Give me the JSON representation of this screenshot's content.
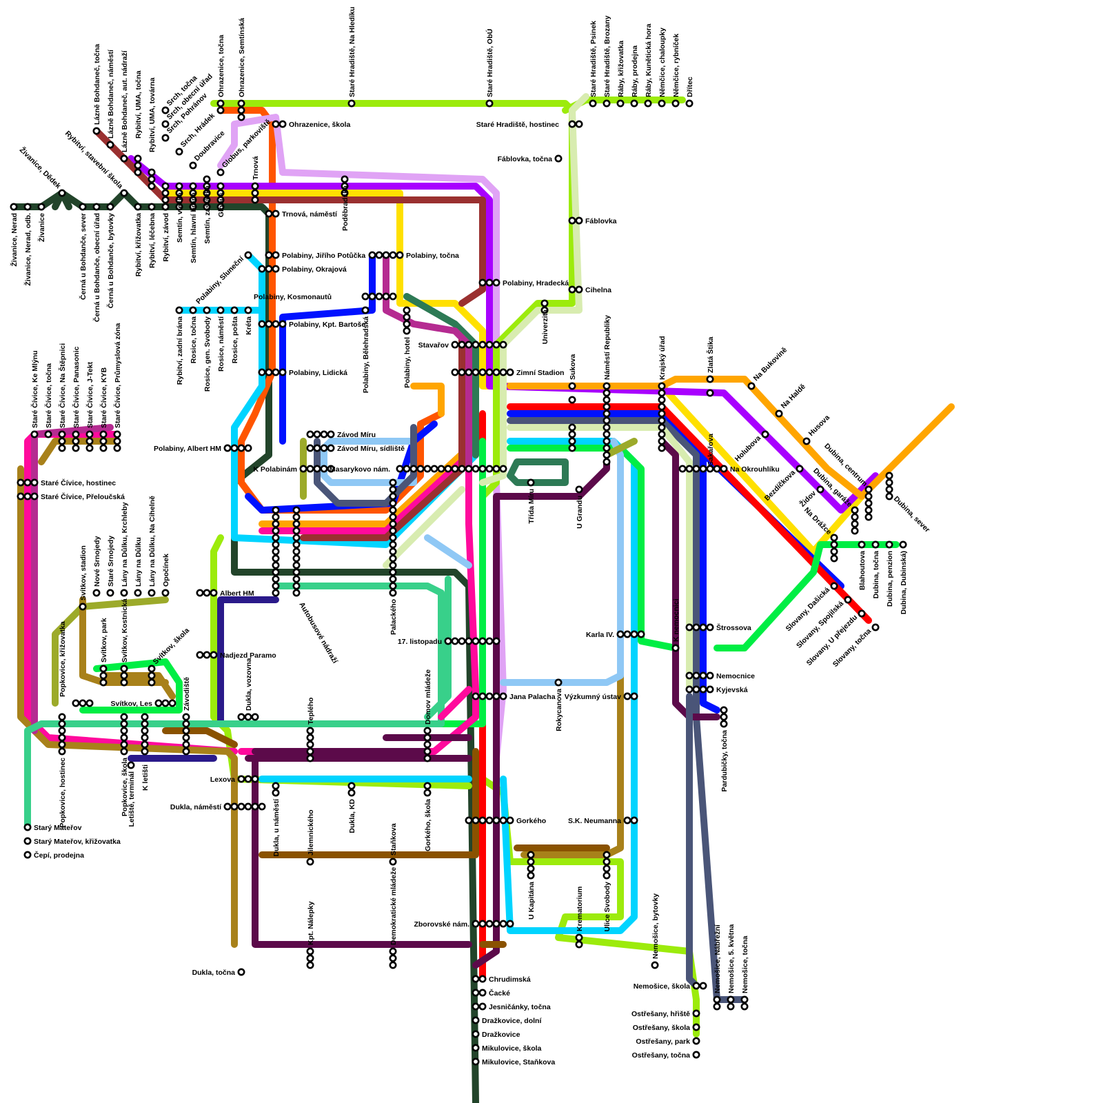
{
  "lines": [
    {
      "color": "#22442a"
    },
    {
      "color": "#ff5500"
    },
    {
      "color": "#ffe000"
    },
    {
      "color": "#a800ff"
    },
    {
      "color": "#e0a3f5"
    },
    {
      "color": "#9ceb0c"
    },
    {
      "color": "#0011ff"
    },
    {
      "color": "#ff0000"
    },
    {
      "color": "#ffa500"
    },
    {
      "color": "#00d4ff"
    },
    {
      "color": "#00ee44"
    },
    {
      "color": "#ff0a9c"
    },
    {
      "color": "#a8811a"
    },
    {
      "color": "#5c0a4a"
    },
    {
      "color": "#9a3030"
    },
    {
      "color": "#2d7a55"
    },
    {
      "color": "#b52b91"
    },
    {
      "color": "#8a5200"
    },
    {
      "color": "#2a1a8a"
    },
    {
      "color": "#8fc8f5"
    },
    {
      "color": "#4a5578"
    },
    {
      "color": "#38d08a"
    },
    {
      "color": "#9caa2a"
    },
    {
      "color": "#d8ecb0"
    }
  ],
  "stations": {
    "zivanice_nerad": "Živanice, Nerad",
    "zivanice_nerad_odb": "Živanice, Nerad, odb.",
    "zivanice": "Živanice",
    "zivanice_dedek": "Živanice, Dědek",
    "cerna_sever": "Černá u Bohdanče, sever",
    "cerna_obecni": "Černá u Bohdanče, obecní úřad",
    "cerna_bytovky": "Černá u Bohdanče, bytovky",
    "rybitvi_stavebni": "Rybitví, stavební škola",
    "rybitvi_krizovatka": "Rybitví, křižovatka",
    "rybitvi_lecebna": "Rybitví, léčebna",
    "rybitvi_zavod": "Rybitví, závod",
    "rybitvi_uma_tocna": "Rybitví, UMA, točna",
    "rybitvi_uma_tovarna": "Rybitví, UMA, továrna",
    "lazne_tocna": "Lázně Bohdaneč, točna",
    "lazne_namesti": "Lázně Bohdaneč, náměstí",
    "lazne_aut": "Lázně Bohdaneč, aut. nádraží",
    "semtin_vlecka": "Semtín, vlečka",
    "semtin_hlavni": "Semtín, hlavní brána",
    "semtin_zastavka": "Semtín, zastávka",
    "globus": "Globus",
    "globus_parkoviste": "Globus, parkoviště",
    "srch_tocna": "Srch, točna",
    "srch_obecni": "Srch, obecní úřad",
    "srch_pohranov": "Srch, Pohránov",
    "srch_hradek": "Srch, Hrádek",
    "doubravice": "Doubravice",
    "ohrazenice_tocna": "Ohrazenice, točna",
    "ohrazenice_semtinska": "Ohrazenice, Semtínská",
    "ohrazenice_skola": "Ohrazenice, škola",
    "trnova": "Trnová",
    "trnova_namesti": "Trnová, náměstí",
    "podebradska": "Poděbradská",
    "stare_hradiste_hledik": "Staré Hradiště, Na Hledíku",
    "stare_hradiste_obu": "Staré Hradiště, ObÚ",
    "stare_hradiste_hostinec": "Staré Hradiště, hostinec",
    "stare_hradiste_psinek": "Staré Hradiště, Psinek",
    "stare_hradiste_brozany": "Staré Hradiště, Brozany",
    "raby_krizovatka": "Ráby, křižovatka",
    "raby_prodejna": "Ráby, prodejna",
    "raby_kuneticka": "Ráby, Kunětická hora",
    "nemcice_chaloupky": "Němčice, chaloupky",
    "nemcice_rybnicek": "Němčice, rybníček",
    "dritec": "Dřítec",
    "fablovka_tocna": "Fáblovka, točna",
    "fablovka": "Fáblovka",
    "cihelna": "Cihelna",
    "univerzita": "Univerzita",
    "polabiny_potucka": "Polabiny, Jiřího Potůčka",
    "polabiny_okrajova": "Polabiny, Okrajová",
    "polabiny_slunecni": "Polabiny, Sluneční",
    "polabiny_bartose": "Polabiny, Kpt. Bartoše",
    "polabiny_lidicka": "Polabiny, Lidická",
    "polabiny_tocna": "Polabiny, točna",
    "polabiny_kosmonautu": "Polabiny, Kosmonautů",
    "polabiny_belehradska": "Polabiny, Bělehradská",
    "polabiny_hotel": "Polabiny, hotel",
    "polabiny_hradecka": "Polabiny, Hradecká",
    "polabiny_albert": "Polabiny, Albert HM",
    "rybitvi_zadni": "Rybitví, zadní brána",
    "rosice_tocna": "Rosice, točna",
    "rosice_svobody": "Rosice, gen. Svobody",
    "rosice_namesti": "Rosice, náměstí",
    "rosice_posta": "Rosice, pošta",
    "kreta": "Kréta",
    "stavarov": "Stavařov",
    "zimni_stadion": "Zimní Stadion",
    "zavod_miru": "Závod Míru",
    "zavod_miru_sidliste": "Závod Míru, sídliště",
    "k_polabinam": "K Polabinám",
    "masarykovo": "Masarykovo nám.",
    "sukova": "Sukova",
    "namesti_republiky": "Náměstí Republiky",
    "krajsky_urad": "Krajský úřad",
    "zlata_stika": "Zlatá Štika",
    "sakarova": "Sakařova",
    "na_bukovine": "Na Bukovině",
    "na_halde": "Na Haldě",
    "husova": "Husova",
    "holubova": "Holubova",
    "bezdickova": "Bezdíčkova",
    "zidov": "Židov",
    "na_okrouhliku": "Na Okrouhlíku",
    "trida_miru": "Třída Míru",
    "u_grandu": "U Grandu",
    "dubina_centrum": "Dubina, centrum",
    "dubina_garaze": "Dubina, garáže",
    "dubina_sever": "Dubina, sever",
    "na_drazce": "Na Drážce",
    "blahoutova": "Blahoutova",
    "dubina_tocna": "Dubina, točna",
    "dubina_penzion": "Dubina, penzion",
    "dubina_dubinska": "Dubina, Dubinská)",
    "slovany_dasicka": "Slovany, Dašická",
    "slovany_spojilska": "Slovany, Spojilská",
    "slovany_prejezdu": "Slovany, U přejezdu",
    "slovany_tocna": "Slovany, točna",
    "stare_civice_mlynu": "Staré Čívice, Ke Mlýnu",
    "stare_civice_tocna": "Staré Čívice, točna",
    "stare_civice_stepnici": "Staré Čívice, Na Štěpnici",
    "stare_civice_panasonic": "Staré Čívice, Panasonic",
    "stare_civice_jtekt": "Staré Čívice, J-Tekt",
    "stare_civice_kyb": "Staré Čívice, KYB",
    "stare_civice_prumysl": "Staré Čívice, Průmyslová zóna",
    "stare_civice_hostinec": "Staré Čívice, hostinec",
    "stare_civice_preloucska": "Staré Čívice, Přeloučská",
    "svitkov_stadion": "Svítkov, stadion",
    "nove_srnojedy": "Nové Srnojedy",
    "stare_srnojedy": "Staré Srnojedy",
    "lany_krchleby": "Lány na Důlku, Krchleby",
    "lany": "Lány na Důlku",
    "lany_cihelne": "Lány na Důlku, Na Cihelně",
    "opocinek": "Opočínek",
    "albert_hm": "Albert HM",
    "popkovice_krizovatka": "Popkovice, křižovatka",
    "svitkov_park": "Svítkov, park",
    "svitkov_kostnicka": "Svítkov, Kostnická",
    "svitkov_skola": "Svítkov, škola",
    "svitkov_les": "Svítkov, Les",
    "nadjezd_paramo": "Nadjezd Paramo",
    "zavodiste": "Závodiště",
    "dukla_vozovna": "Dukla, vozovna",
    "teplého": "Teplého",
    "domov_mladeze": "Domov mládeže",
    "popkovice_hostinec": "Popkovice, hostinec",
    "popkovice_skola": "Popkovice, škola",
    "letiste_terminal": "Letiště, terminál",
    "k_letisti": "K letišti",
    "stary_materov": "Starý Mateřov",
    "stary_materov_krizovatka": "Starý Mateřov, křižovatka",
    "cepi_prodejna": "Čepí, prodejna",
    "lexova": "Lexova",
    "dukla_namesti": "Dukla, náměstí",
    "dukla_u_namesti": "Dukla, u náměstí",
    "jilemnickeho": "Jilemnického",
    "dukla_kd": "Dukla, KD",
    "gorkeho_skola": "Gorkého, škola",
    "stankova": "Staňkova",
    "kpt_nalepky": "Kpt. Nálepky",
    "demokraticke": "Demokratické mládeže",
    "dukla_tocna": "Dukla, točna",
    "palackeho": "Palackého",
    "autobusove": "Autobusové nádraží",
    "sedmnact_listopadu": "17. listopadu",
    "jana_palacha": "Jana Palacha",
    "rokycanova": "Rokycanova",
    "vyzkumny": "Výzkumný ústav",
    "karla_iv": "Karla IV.",
    "k_nemocnici": "K nemocnici",
    "strossova": "Štrossova",
    "nemocnice": "Nemocnice",
    "kyjevska": "Kyjevská",
    "pardubicky_tocna": "Pardubičky, točna",
    "gorkeho": "Gorkého",
    "sk_neumanna": "S.K. Neumanna",
    "u_kapitana": "U Kapitána",
    "krematorium": "Krematorium",
    "ulice_svobody": "Ulice Svobody",
    "zborovske": "Zborovské nám.",
    "nemosice_bytovky": "Nemošice, bytovky",
    "nemosice_skola": "Nemošice, škola",
    "nemosice_nabrezi": "Nemošice, Nábřežní",
    "nemosice_kvetna": "Nemošice, 5. května",
    "nemosice_tocna": "Nemošice, točna",
    "ostresany_hriste": "Ostřešany, hřiště",
    "ostresany_skola": "Ostřešany, škola",
    "ostresany_park": "Ostřešany, park",
    "ostresany_tocna": "Ostřešany, točna",
    "chrudimska": "Chrudimská",
    "cacke": "Čacké",
    "jesnicanky": "Jesničánky, točna",
    "drazkovice_dolni": "Dražkovice, dolní",
    "drazkovice": "Dražkovice",
    "mikulovice_skola": "Mikulovice, škola",
    "mikulovice_stankova": "Mikulovice, Staňkova"
  }
}
